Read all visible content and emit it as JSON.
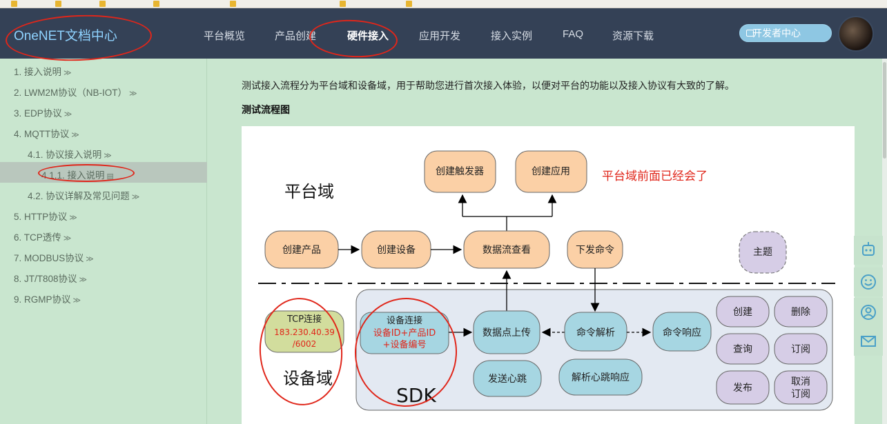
{
  "header": {
    "logo": "OneNET文档中心",
    "nav": [
      "平台概览",
      "产品创建",
      "硬件接入",
      "应用开发",
      "接入实例",
      "FAQ",
      "资源下载"
    ],
    "active_nav": "硬件接入",
    "dev_center": "开发者中心"
  },
  "sidebar": {
    "items": [
      {
        "label": "1. 接入说明",
        "chevron": "≫"
      },
      {
        "label": "2. LWM2M协议（NB-IOT）",
        "chevron": "≫"
      },
      {
        "label": "3. EDP协议",
        "chevron": "≫"
      },
      {
        "label": "4. MQTT协议",
        "chevron": "≫"
      },
      {
        "label": "4.1. 协议接入说明",
        "chevron": "≫"
      },
      {
        "label": "4.1.1. 接入说明",
        "chevron": "▤"
      },
      {
        "label": "4.2. 协议详解及常见问题",
        "chevron": "≫"
      },
      {
        "label": "5. HTTP协议",
        "chevron": "≫"
      },
      {
        "label": "6. TCP透传",
        "chevron": "≫"
      },
      {
        "label": "7. MODBUS协议",
        "chevron": "≫"
      },
      {
        "label": "8. JT/T808协议",
        "chevron": "≫"
      },
      {
        "label": "9. RGMP协议",
        "chevron": "≫"
      }
    ],
    "active_item": "4.1.1. 接入说明"
  },
  "content": {
    "intro": "测试接入流程分为平台域和设备域，用于帮助您进行首次接入体验，以便对平台的功能以及接入协议有大致的了解。",
    "subhead": "测试流程图"
  },
  "diagram": {
    "platform_title": "平台域",
    "annotation": "平台域前面已经会了",
    "create_trigger": "创建触发器",
    "create_app": "创建应用",
    "create_product": "创建产品",
    "create_device": "创建设备",
    "datastream_view": "数据流查看",
    "send_command": "下发命令",
    "topic": "主题",
    "tcp_title": "TCP连接",
    "tcp_addr1": "183.230.40.39",
    "tcp_addr2": "/6002",
    "device_title": "设备域",
    "device_conn": "设备连接",
    "device_conn_l2": "设备ID+产品ID",
    "device_conn_l3": "+设备编号",
    "datapoint_upload": "数据点上传",
    "cmd_parse": "命令解析",
    "cmd_response": "命令响应",
    "send_heartbeat": "发送心跳",
    "parse_heartbeat": "解析心跳响应",
    "sdk": "SDK",
    "create": "创建",
    "delete": "删除",
    "query": "查询",
    "subscribe": "订阅",
    "publish": "发布",
    "unsubscribe_l1": "取消",
    "unsubscribe_l2": "订阅"
  },
  "tools": [
    "robot-icon",
    "smile-icon",
    "user-icon",
    "mail-icon"
  ],
  "colors": {
    "nav_bg": "#344156",
    "sidebar_bg": "#c9e6cf",
    "orange_box": "#fbd0a6",
    "blue_box": "#a6d6e2",
    "purple_box": "#d6cde6",
    "annotation_red": "#e0261a"
  }
}
